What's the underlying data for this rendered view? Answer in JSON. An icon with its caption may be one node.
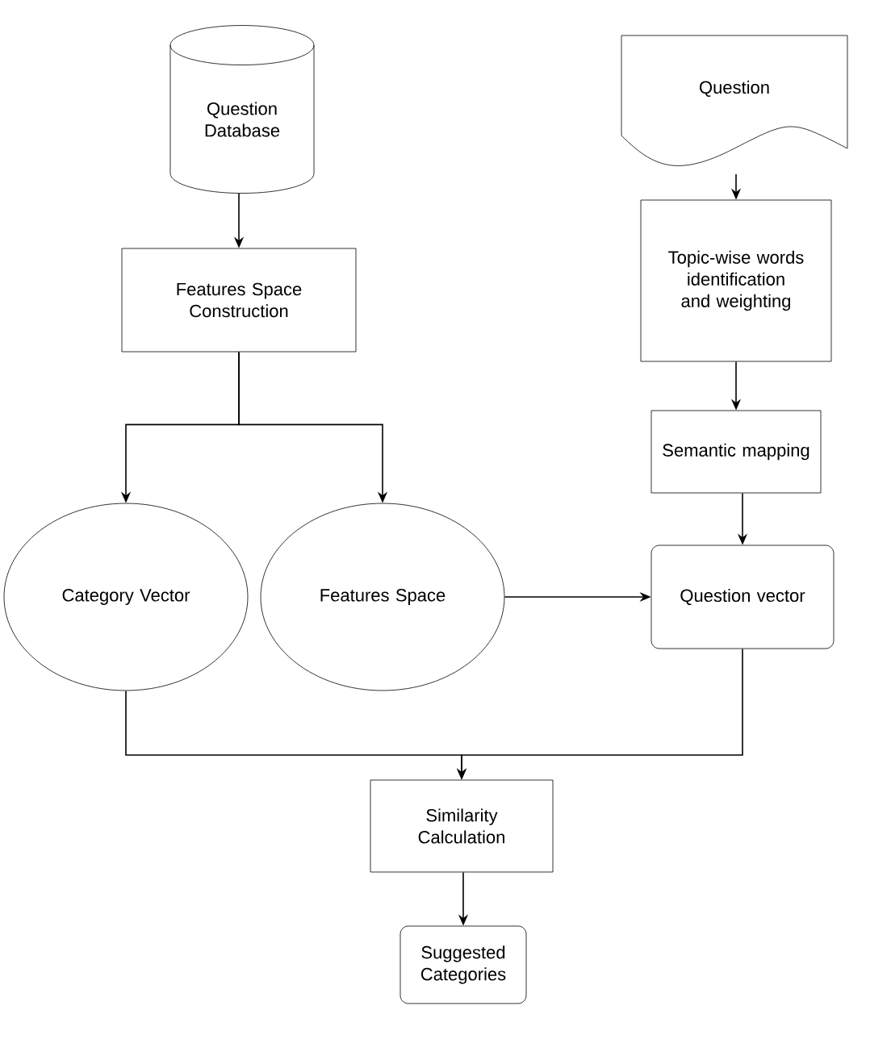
{
  "diagram": {
    "nodes": [
      {
        "text": [
          "Question Database"
        ]
      },
      {
        "text": [
          "Features Space Construction"
        ]
      },
      {
        "text": [
          "Category Vector"
        ]
      },
      {
        "text": [
          "Features Space"
        ]
      },
      {
        "text": [
          "Question"
        ]
      },
      {
        "text": [
          "Topic-wise words identification and weighting"
        ]
      },
      {
        "text": [
          "Semantic mapping"
        ]
      },
      {
        "text": [
          "Question vector"
        ]
      },
      {
        "text": [
          "Similarity Calculation"
        ]
      },
      {
        "text": [
          "Suggested Categories"
        ]
      }
    ],
    "edges": [
      {
        "from": 0,
        "to": 1,
        "arrow": "to"
      },
      {
        "from": 1,
        "to": 2,
        "arrow": "to"
      },
      {
        "from": 1,
        "to": 3,
        "arrow": "to"
      },
      {
        "from": 3,
        "to": 7,
        "arrow": "to"
      },
      {
        "from": 4,
        "to": 5,
        "arrow": "to"
      },
      {
        "from": 5,
        "to": 6,
        "arrow": "to"
      },
      {
        "from": 6,
        "to": 7,
        "arrow": "to"
      },
      {
        "from": 2,
        "to": 8,
        "arrow": "to"
      },
      {
        "from": 7,
        "to": 8,
        "arrow": "to"
      },
      {
        "from": 8,
        "to": 9,
        "arrow": "to"
      }
    ]
  }
}
